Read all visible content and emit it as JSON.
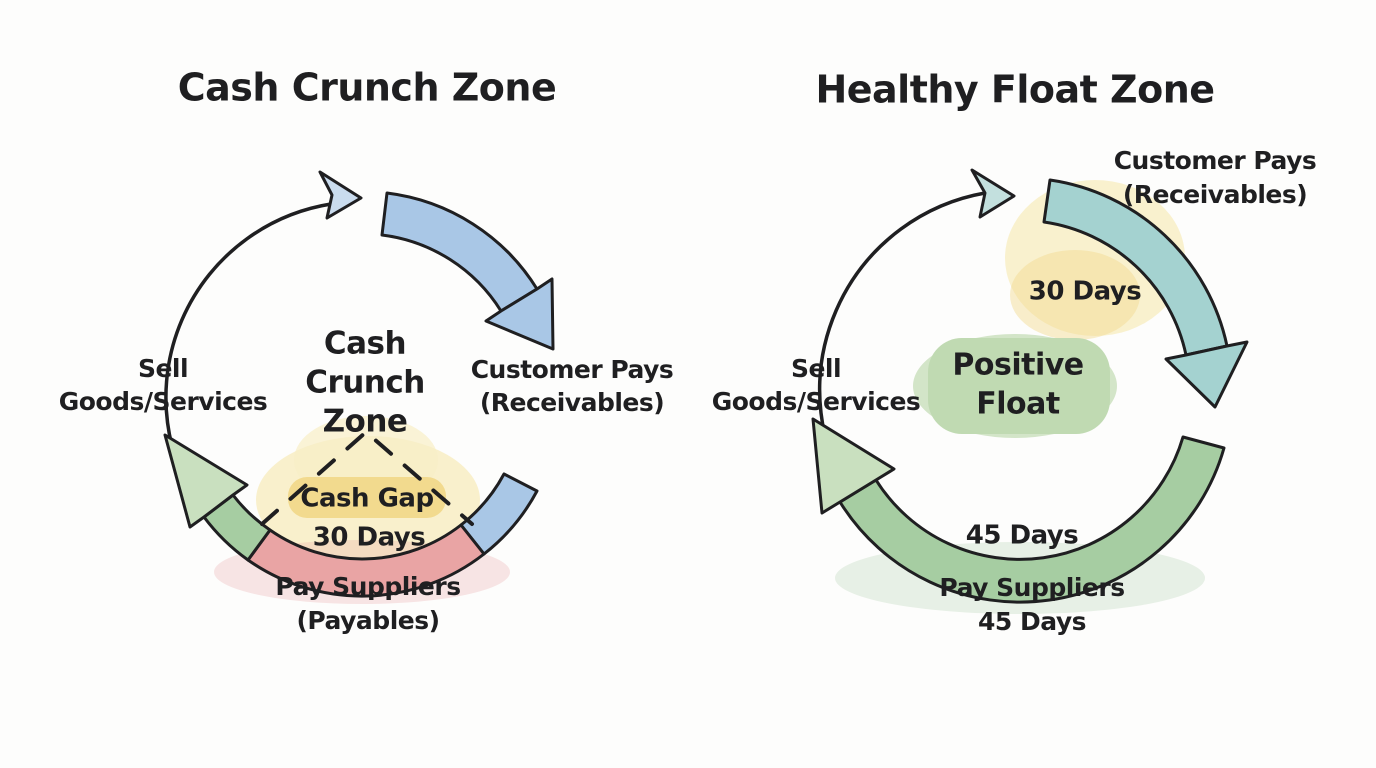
{
  "left": {
    "title": "Cash Crunch Zone",
    "center": [
      "Cash",
      "Crunch",
      "Zone"
    ],
    "sell": [
      "Sell",
      "Goods/Services"
    ],
    "customer": [
      "Customer Pays",
      "(Receivables)"
    ],
    "suppliers": [
      "Pay Suppliers",
      "(Payables)"
    ],
    "cash_gap": {
      "label": "Cash Gap",
      "days": "30 Days"
    }
  },
  "right": {
    "title": "Healthy Float Zone",
    "center": [
      "Positive",
      "Float"
    ],
    "sell": [
      "Sell",
      "Goods/Services"
    ],
    "customer": [
      "Customer Pays",
      "(Receivables)"
    ],
    "suppliers": [
      "Pay Suppliers",
      "45 Days"
    ],
    "receivables_days": "30 Days",
    "payables_days": "45 Days"
  },
  "colors": {
    "ink": "#1f1f21",
    "blue": "#a9c7e6",
    "blue_light": "#cadcee",
    "teal": "#a4d2d0",
    "teal_light": "#c3e0de",
    "green": "#a6cda2",
    "green_light": "#c9e0bf",
    "red": "#e9a4a4",
    "yellow": "#f8eec6",
    "yellow_deep": "#f2da8e",
    "green_highlight": "#c0dab2"
  }
}
